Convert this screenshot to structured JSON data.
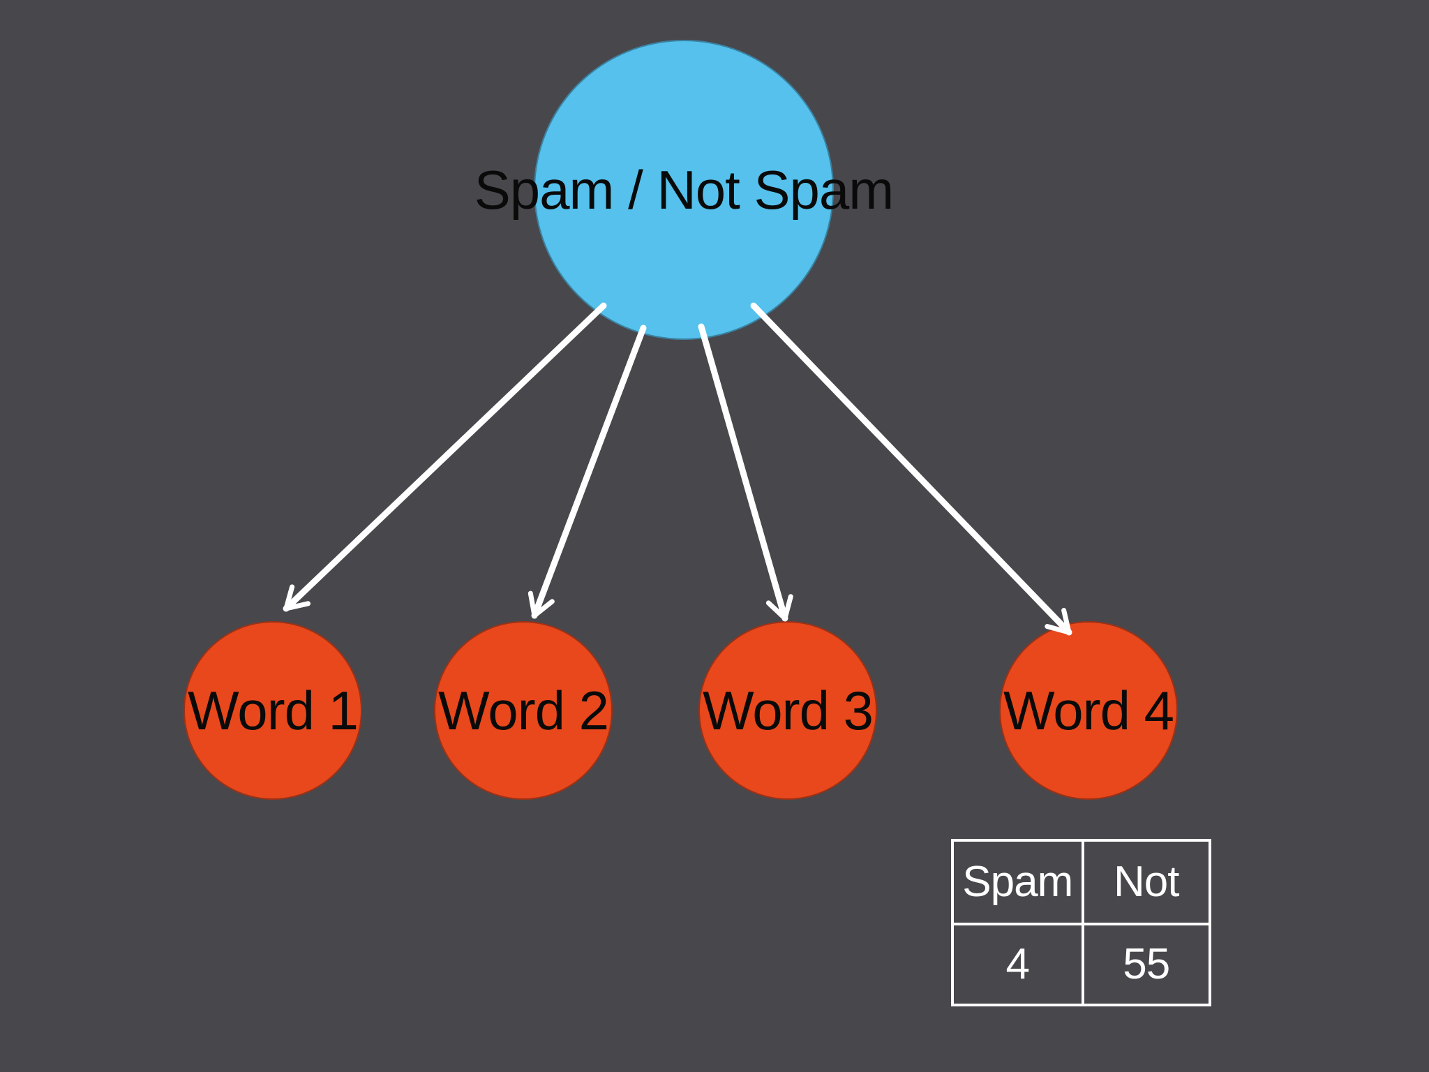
{
  "root_node": {
    "label": "Spam / Not Spam"
  },
  "word_nodes": [
    {
      "label": "Word 1"
    },
    {
      "label": "Word 2"
    },
    {
      "label": "Word 3"
    },
    {
      "label": "Word 4"
    }
  ],
  "count_table": {
    "headers": [
      "Spam",
      "Not"
    ],
    "values": [
      "4",
      "55"
    ]
  },
  "colors": {
    "background": "#48474C",
    "root_node": "#55C1EC",
    "word_node": "#E8481B",
    "arrow": "#FFFFFF",
    "table_border": "#FFFFFF",
    "table_text": "#FFFFFF",
    "label_text": "#0A0A0A"
  }
}
